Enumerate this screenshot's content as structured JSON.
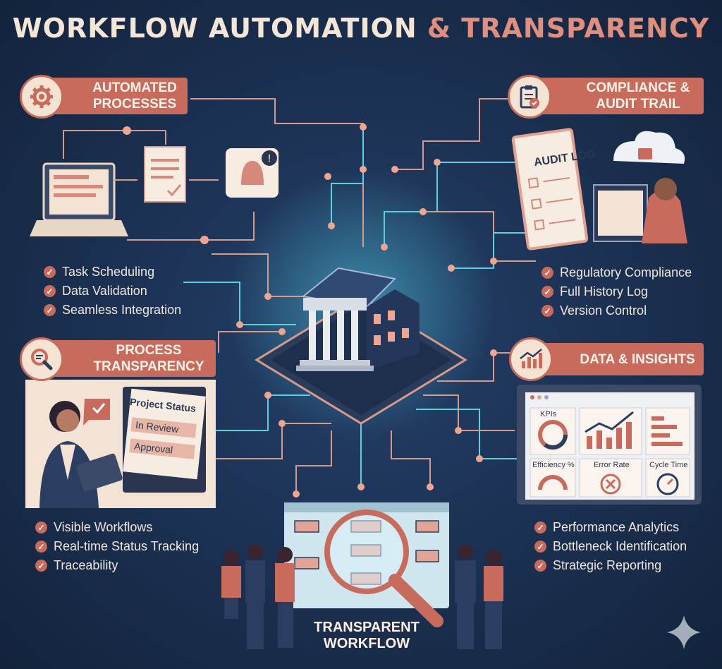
{
  "title": {
    "part1": "WORKFLOW AUTOMATION",
    "amp": "&",
    "part2": "TRANSPARENCY"
  },
  "colors": {
    "background": "#1a2d4a",
    "accent": "#c86a5c",
    "cream": "#f4e3d3",
    "glow": "#5ad0e0"
  },
  "sections": {
    "automated": {
      "label_line1": "AUTOMATED",
      "label_line2": "PROCESSES",
      "icon": "gear-icon",
      "items": [
        "Task Scheduling",
        "Data Validation",
        "Seamless Integration"
      ]
    },
    "compliance": {
      "label_line1": "COMPLIANCE &",
      "label_line2": "AUDIT TRAIL",
      "icon": "clipboard-check-icon",
      "audit_heading": "AUDIT LOG",
      "items": [
        "Regulatory Compliance",
        "Full History Log",
        "Version Control"
      ]
    },
    "transparency": {
      "label_line1": "PROCESS",
      "label_line2": "TRANSPARENCY",
      "icon": "magnifier-icon",
      "screen_heading": "Project Status",
      "screen_rows": [
        "In Review",
        "Approval"
      ],
      "items": [
        "Visible Workflows",
        "Real-time Status Tracking",
        "Traceability"
      ]
    },
    "insights": {
      "label": "DATA & INSIGHTS",
      "icon": "bar-chart-icon",
      "tiles": [
        "KPIs",
        "Efficiency %",
        "Error Rate",
        "Cycle Time"
      ],
      "items": [
        "Performance Analytics",
        "Bottleneck Identification",
        "Strategic Reporting"
      ]
    }
  },
  "center": {
    "caption_line1": "TRANSPARENT",
    "caption_line2": "WORKFLOW",
    "icon": "institution-icon"
  }
}
